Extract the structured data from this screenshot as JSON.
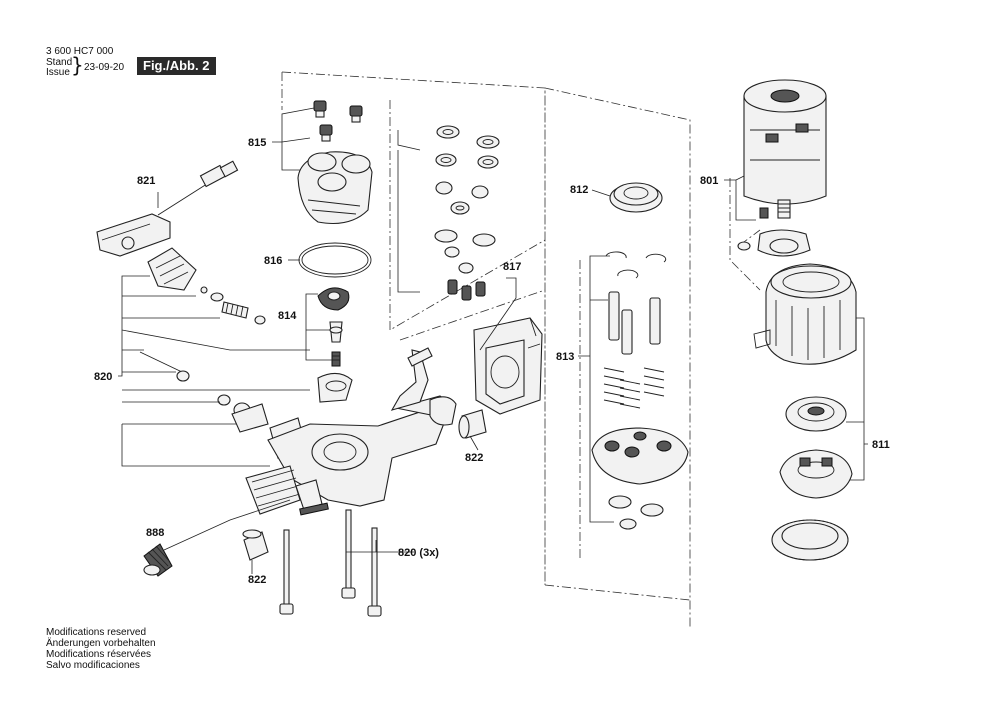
{
  "header": {
    "doc_number": "3 600 HC7 000",
    "stand": "Stand",
    "issue": "Issue",
    "brace": "}",
    "date": "23-09-20",
    "figure": "Fig./Abb. 2"
  },
  "notes": [
    "Modifications reserved",
    "Änderungen vorbehalten",
    "Modifications réservées",
    "Salvo modificaciones"
  ],
  "callouts": {
    "p815": "815",
    "p821": "821",
    "p816": "816",
    "p814": "814",
    "p817": "817",
    "p820": "820",
    "p822a": "822",
    "p888": "888",
    "p822b": "822",
    "p820x": "820 (3x)",
    "p812": "812",
    "p813": "813",
    "p801": "801",
    "p811": "811"
  }
}
